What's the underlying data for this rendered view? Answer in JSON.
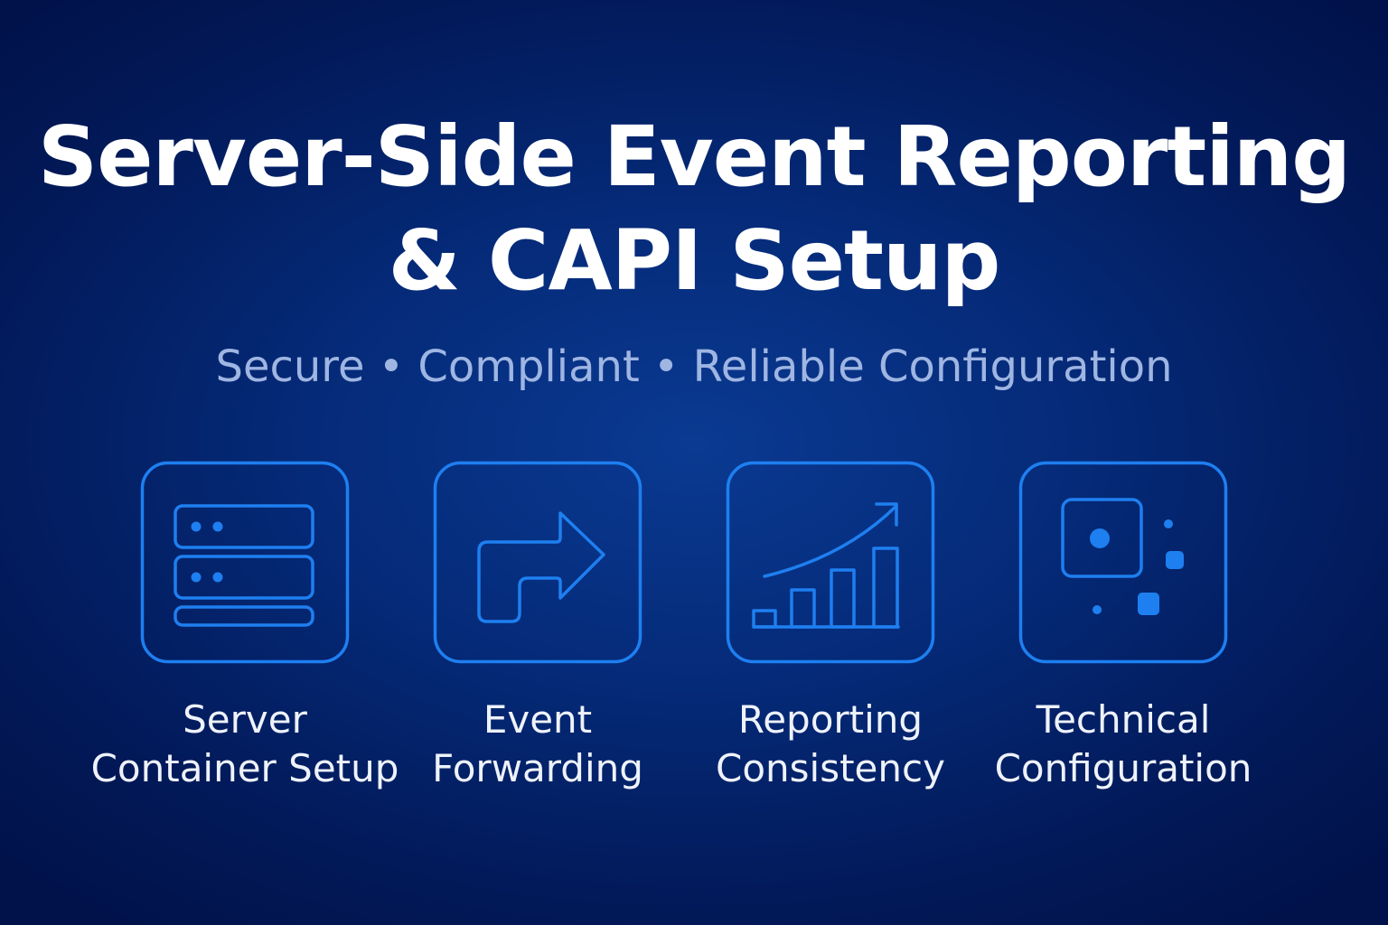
{
  "title": {
    "line1": "Server-Side Event Reporting",
    "line2": "& CAPI Setup"
  },
  "subtitle": "Secure • Compliant • Reliable Configuration",
  "accent_color": "#1e7ff0",
  "features": [
    {
      "icon": "server-icon",
      "line1": "Server",
      "line2": "Container Setup"
    },
    {
      "icon": "forward-arrow-icon",
      "line1": "Event",
      "line2": "Forwarding"
    },
    {
      "icon": "growth-chart-icon",
      "line1": "Reporting",
      "line2": "Consistency"
    },
    {
      "icon": "configuration-icon",
      "line1": "Technical",
      "line2": "Configuration"
    }
  ]
}
